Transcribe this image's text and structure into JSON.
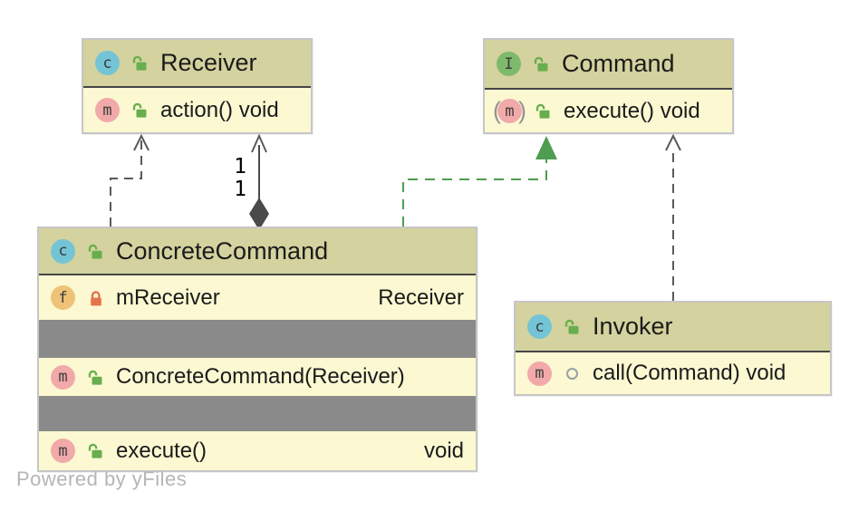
{
  "watermark": "Powered by yFiles",
  "colors": {
    "class_header_bg": "#d4d29e",
    "class_body_bg": "#fbf8d2",
    "separator_band": "#8a8a8a",
    "box_border": "#c6c6c6",
    "class_badge_bg": "#74c4d6",
    "interface_badge_bg": "#7dba6c",
    "method_badge_bg": "#f2a9a9",
    "field_badge_bg": "#eec377",
    "lock_open_green": "#68ae4e",
    "lock_closed_orange": "#e5734c",
    "edge_gray": "#5a5a5a",
    "edge_green": "#4e9d50",
    "watermark_color": "#b5b5b5"
  },
  "icons": {
    "abstract_paren_open": "(",
    "abstract_paren_close": ")"
  },
  "classes": {
    "receiver": {
      "name": "Receiver",
      "badge": "c",
      "members": [
        {
          "badge": "m",
          "left": "action() void",
          "right": ""
        }
      ]
    },
    "command": {
      "name": "Command",
      "badge": "I",
      "members": [
        {
          "badge": "m",
          "left": "execute() void",
          "right": ""
        }
      ]
    },
    "concrete_command": {
      "name": "ConcreteCommand",
      "badge": "c",
      "members": [
        {
          "badge": "f",
          "left": "mReceiver",
          "right": "Receiver"
        },
        {
          "badge": "m",
          "left": "ConcreteCommand(Receiver)",
          "right": ""
        },
        {
          "badge": "m",
          "left": "execute()",
          "right": "void"
        }
      ]
    },
    "invoker": {
      "name": "Invoker",
      "badge": "c",
      "members": [
        {
          "badge": "m",
          "left": "call(Command) void",
          "right": ""
        }
      ]
    }
  },
  "edges": {
    "dependency_concretecommand_receiver": {
      "type": "dependency",
      "from": "ConcreteCommand",
      "to": "Receiver"
    },
    "composition": {
      "type": "composition",
      "from": "ConcreteCommand",
      "to": "Receiver",
      "target_label": "1",
      "source_label": "1"
    },
    "realization": {
      "type": "realization",
      "from": "ConcreteCommand",
      "to": "Command"
    },
    "dependency_invoker_command": {
      "type": "dependency",
      "from": "Invoker",
      "to": "Command"
    }
  }
}
